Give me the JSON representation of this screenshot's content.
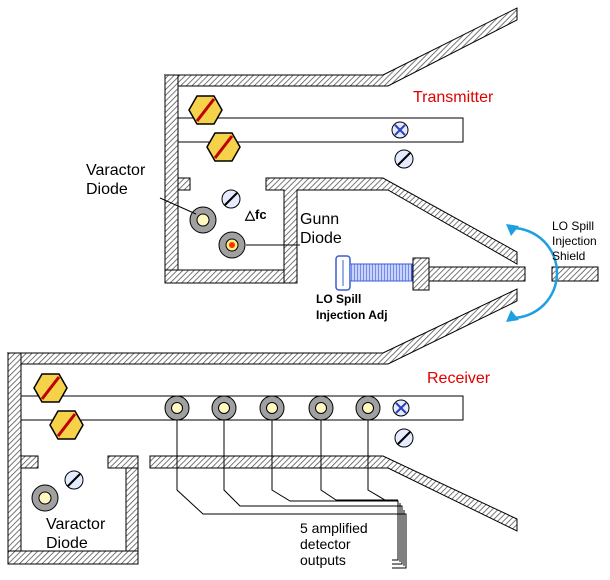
{
  "labels": {
    "transmitter": "Transmitter",
    "receiver": "Receiver",
    "varactor_top_1": "Varactor",
    "varactor_top_2": "Diode",
    "gunn_1": "Gunn",
    "gunn_2": "Diode",
    "fc": "△fc",
    "lo_adj_1": "LO Spill",
    "lo_adj_2": "Injection Adj",
    "lo_shield_1": "LO Spill",
    "lo_shield_2": "Injection",
    "lo_shield_3": "Shield",
    "varactor_bot_1": "Varactor",
    "varactor_bot_2": "Diode",
    "outputs_1": "5 amplified",
    "outputs_2": "detector",
    "outputs_3": "outputs"
  },
  "colors": {
    "transmitter_text": "#e00000",
    "receiver_text": "#e00000",
    "tuning_screw_fill": "#f5d24a",
    "tuning_screw_stripe": "#c00000",
    "arc": "#1ea0e0",
    "adjust_screw": "#3b5bd6",
    "gunn_center": "#ff3000"
  },
  "icons": [
    "tuning-screw-icon",
    "phillips-screw-icon",
    "slot-screw-icon",
    "diode-icon",
    "shield-arc-icon",
    "adjust-screw-icon"
  ]
}
